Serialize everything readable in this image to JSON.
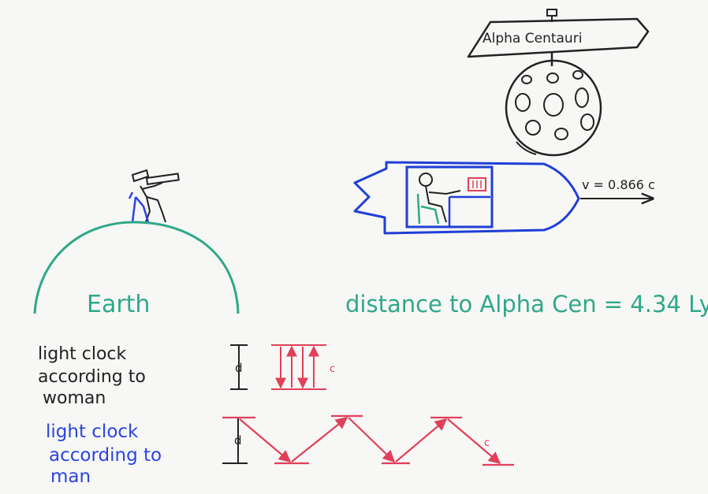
{
  "sign_text": "Alpha Centauri",
  "velocity_label": "v = 0.866 c",
  "earth_label": "Earth",
  "distance_label": "distance to Alpha Cen = 4.34 Ly",
  "woman_clock_label": [
    "light clock",
    "according to",
    "woman"
  ],
  "man_clock_label": [
    "light clock",
    "according to",
    "man"
  ],
  "d_label": "d",
  "c_label": "c",
  "colors": {
    "ink": "#222222",
    "earth_green": "#2fa88a",
    "ship_blue": "#1f3fd6",
    "clock_red": "#e0405a",
    "man_blue": "#2a44e0"
  }
}
